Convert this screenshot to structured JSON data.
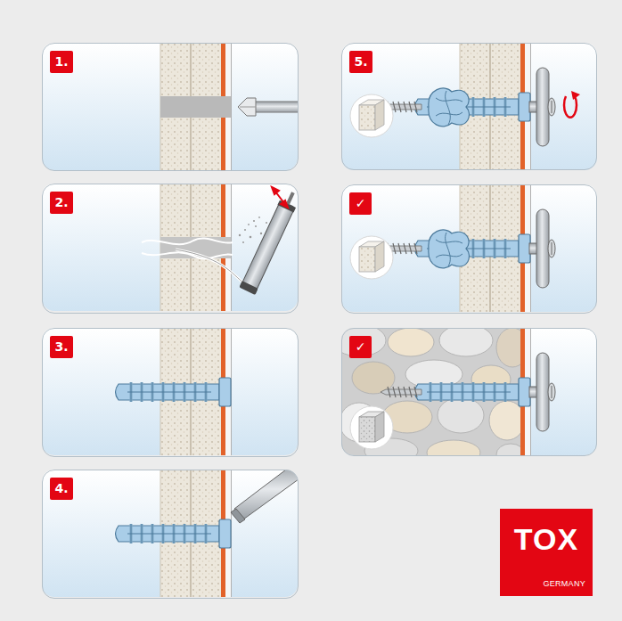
{
  "diagram": {
    "nodes": [
      {
        "text": [
          "1."
        ]
      },
      {
        "text": [
          "2."
        ]
      },
      {
        "text": [
          "3."
        ]
      },
      {
        "text": [
          "4."
        ]
      },
      {
        "text": [
          "5."
        ]
      },
      {
        "text": [
          "✓"
        ]
      },
      {
        "text": [
          "✓"
        ]
      },
      {
        "text": [
          "TOX",
          "GERMANY"
        ]
      }
    ]
  }
}
